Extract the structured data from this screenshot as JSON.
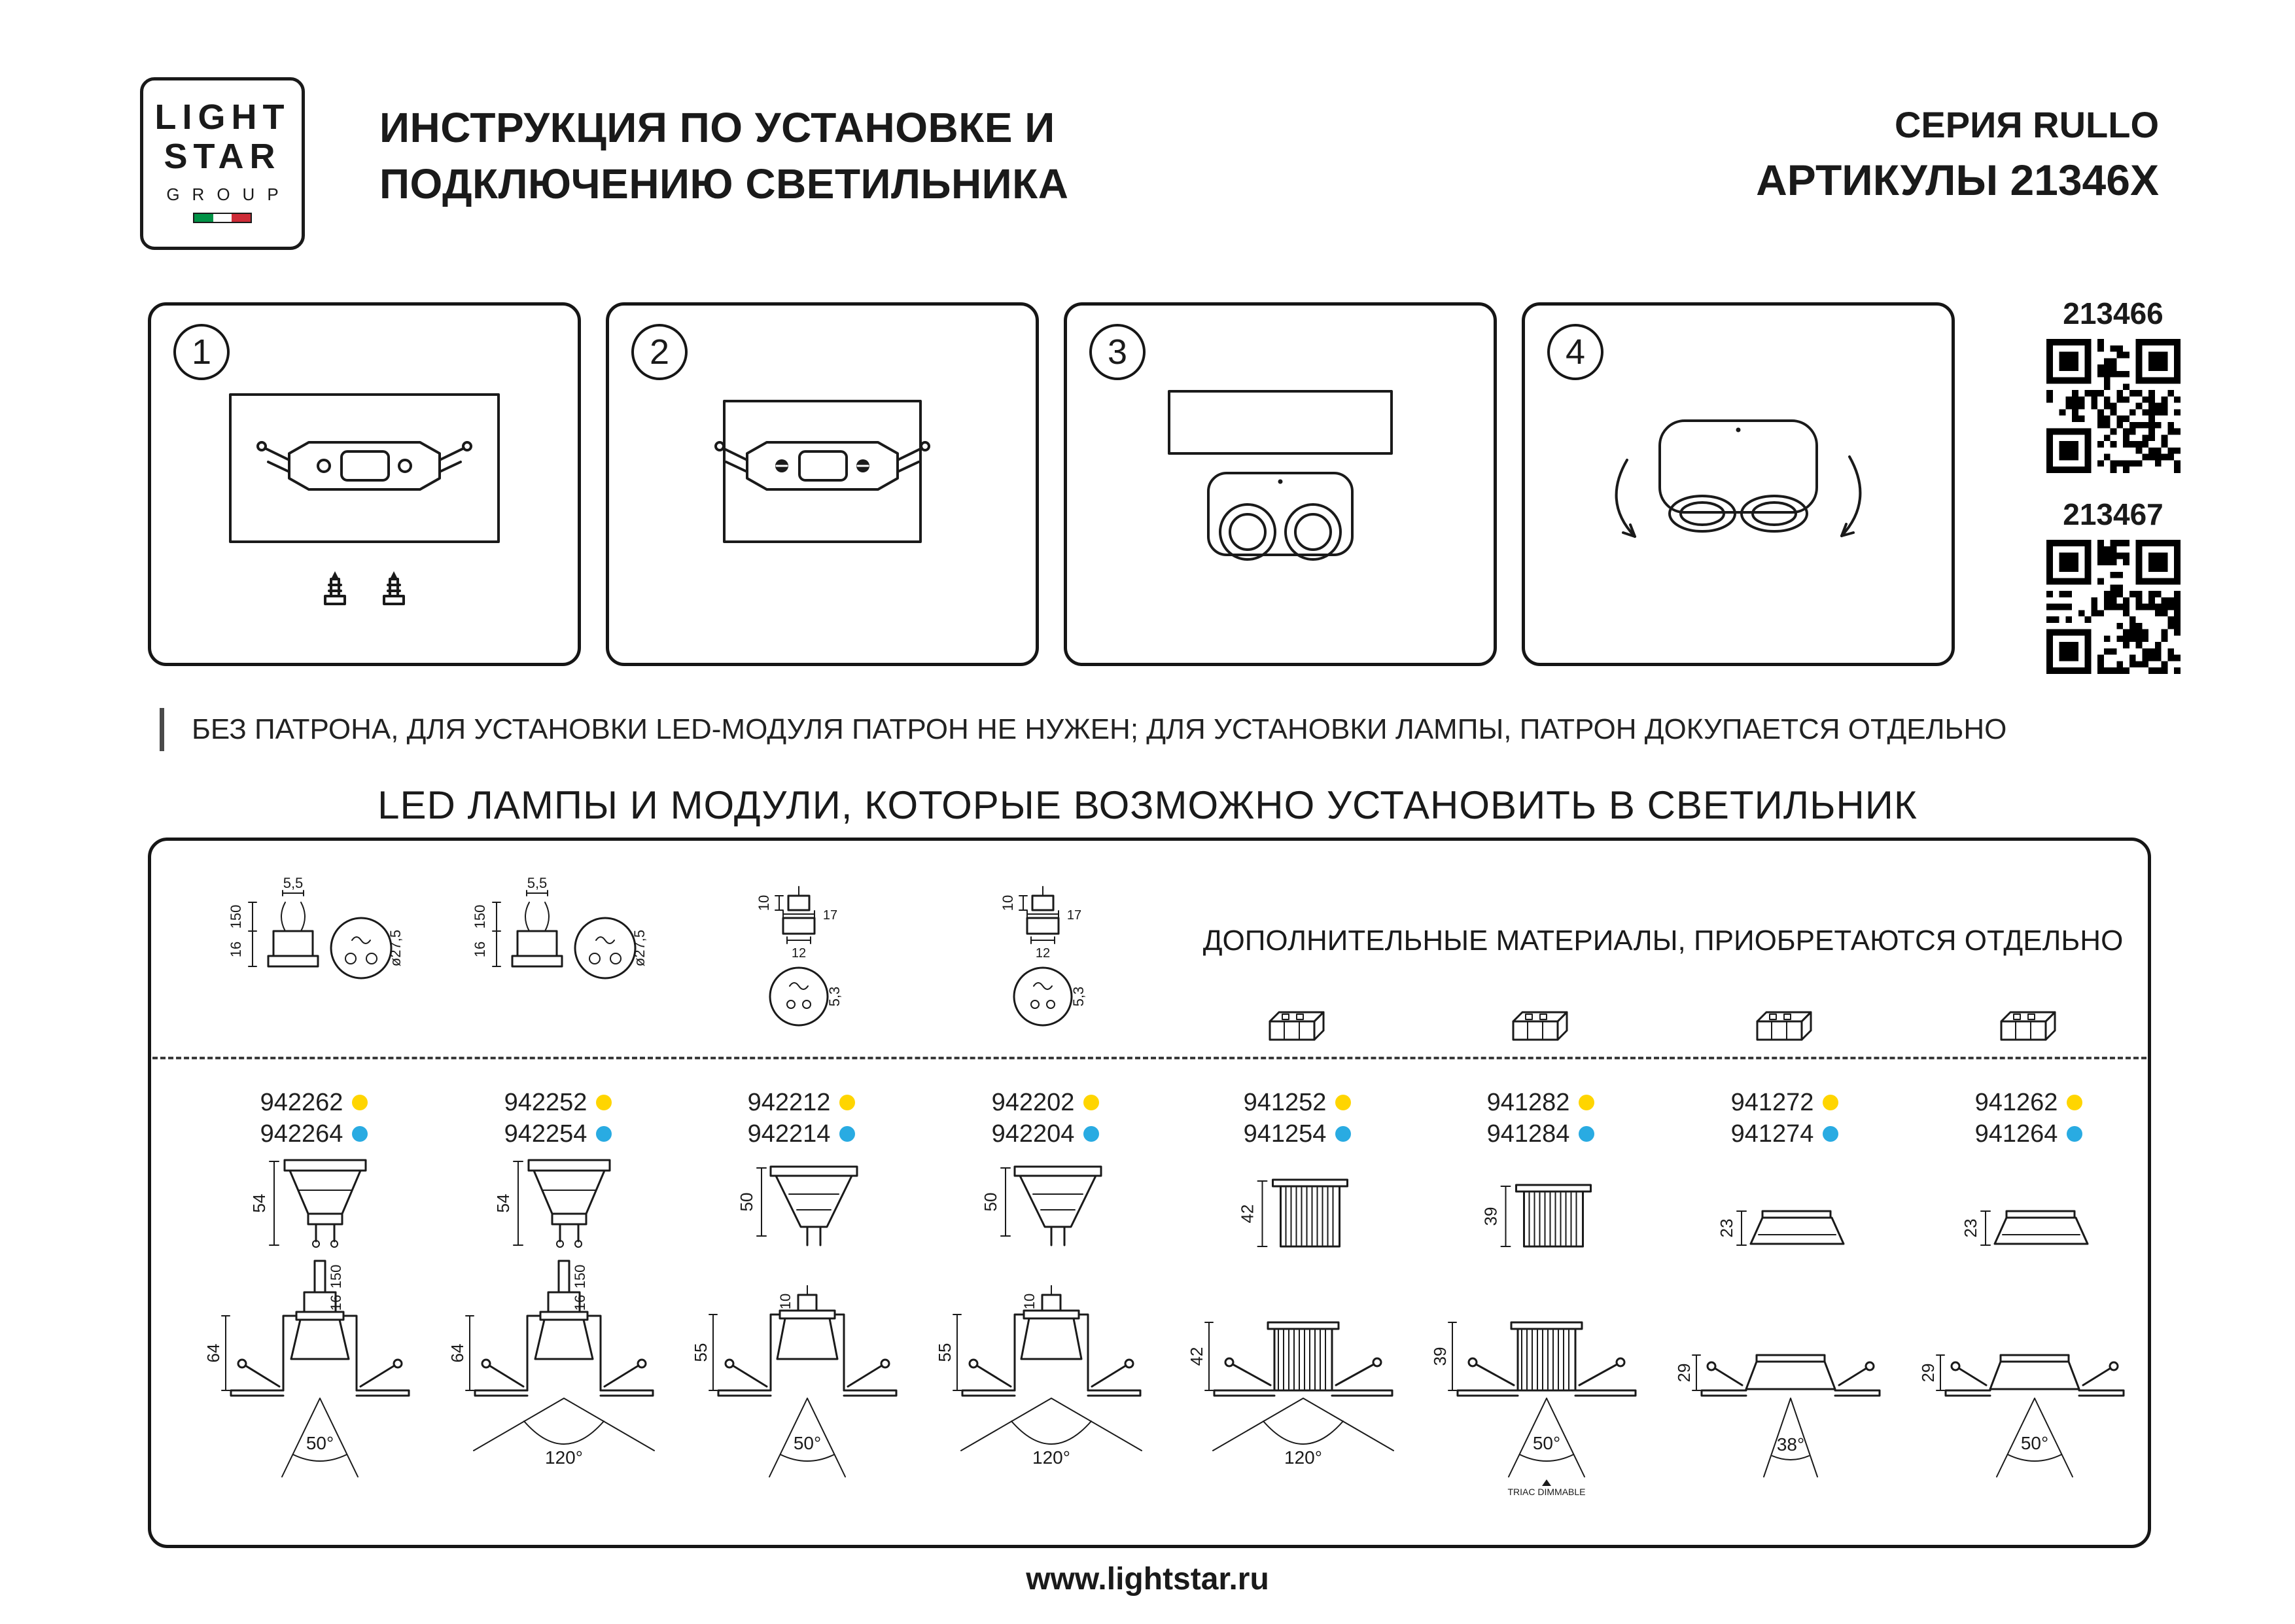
{
  "header": {
    "title_line1": "ИНСТРУКЦИЯ ПО УСТАНОВКЕ И",
    "title_line2": "ПОДКЛЮЧЕНИЮ СВЕТИЛЬНИКА",
    "series": "СЕРИЯ RULLO",
    "articles": "АРТИКУЛЫ 21346X"
  },
  "logo": {
    "line1": "LIGHT",
    "line2": "STAR",
    "line3": "GROUP"
  },
  "steps": {
    "numbers": [
      "1",
      "2",
      "3",
      "4"
    ]
  },
  "qr": {
    "top_label": "213466",
    "bottom_label": "213467"
  },
  "note": {
    "text": "БЕЗ ПАТРОНА, ДЛЯ УСТАНОВКИ LED-МОДУЛЯ ПАТРОН НЕ НУЖЕН; ДЛЯ УСТАНОВКИ ЛАМПЫ, ПАТРОН ДОКУПАЕТСЯ ОТДЕЛЬНО"
  },
  "section": {
    "heading": "LED ЛАМПЫ И МОДУЛИ, КОТОРЫЕ ВОЗМОЖНО УСТАНОВИТЬ В СВЕТИЛЬНИК"
  },
  "lamps_box": {
    "accessories_note": "ДОПОЛНИТЕЛЬНЫЕ МАТЕРИАЛЫ, ПРИОБРЕТАЮТСЯ ОТДЕЛЬНО",
    "socket_gu10": {
      "wire_length": "150",
      "body_height": "16",
      "pin_gap": "5,5",
      "diameter": "ø27,5"
    },
    "socket_mr16": {
      "plug_height": "10",
      "body_width": "17",
      "pin_span": "12",
      "pin_gap": "5,3"
    },
    "columns": [
      {
        "code_top": "942262",
        "code_bottom": "942264",
        "profile_height": "54",
        "install_height": "64",
        "beam_angle": "50°"
      },
      {
        "code_top": "942252",
        "code_bottom": "942254",
        "profile_height": "54",
        "install_height": "64",
        "beam_angle": "120°"
      },
      {
        "code_top": "942212",
        "code_bottom": "942214",
        "profile_height": "50",
        "install_height": "55",
        "beam_angle": "50°"
      },
      {
        "code_top": "942202",
        "code_bottom": "942204",
        "profile_height": "50",
        "install_height": "55",
        "beam_angle": "120°"
      },
      {
        "code_top": "941252",
        "code_bottom": "941254",
        "profile_height": "42",
        "install_height": "42",
        "beam_angle": "120°"
      },
      {
        "code_top": "941282",
        "code_bottom": "941284",
        "profile_height": "39",
        "install_height": "39",
        "beam_angle": "50°",
        "dimmable_label": "TRIAC DIMMABLE"
      },
      {
        "code_top": "941272",
        "code_bottom": "941274",
        "profile_height": "23",
        "install_height": "29",
        "beam_angle": "38°"
      },
      {
        "code_top": "941262",
        "code_bottom": "941264",
        "profile_height": "23",
        "install_height": "29",
        "beam_angle": "50°"
      }
    ]
  },
  "footer": {
    "url": "www.lightstar.ru"
  },
  "colors": {
    "dot_yellow": "#FFD500",
    "dot_blue": "#29ABE2",
    "flag_green": "#009246",
    "flag_red": "#CE2B37"
  }
}
